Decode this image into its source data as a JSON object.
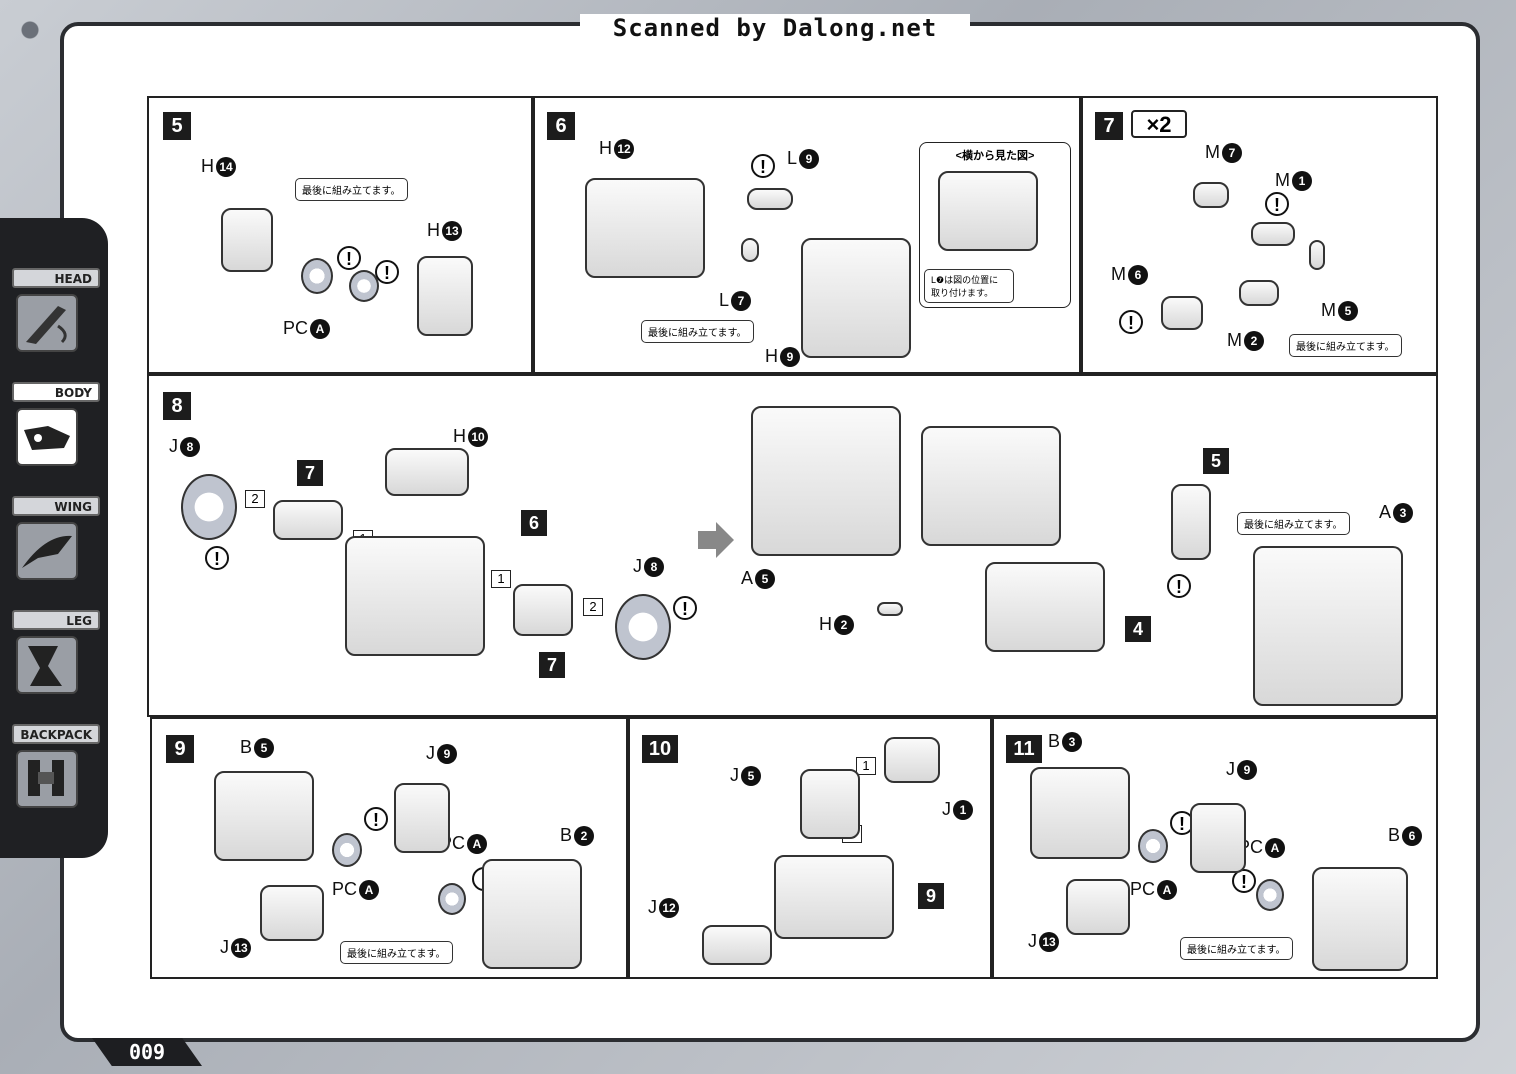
{
  "header": {
    "scan_credit": "Scanned by Dalong.net"
  },
  "sidebar": {
    "items": [
      {
        "label": "HEAD",
        "active": false,
        "icon": "head-icon"
      },
      {
        "label": "BODY",
        "active": true,
        "icon": "body-icon"
      },
      {
        "label": "WING",
        "active": false,
        "icon": "wing-icon"
      },
      {
        "label": "LEG",
        "active": false,
        "icon": "leg-icon"
      },
      {
        "label": "BACKPACK",
        "active": false,
        "icon": "backpack-icon"
      }
    ]
  },
  "page_number": "009",
  "note_text": "最後に組み立てます。",
  "steps": {
    "s5": {
      "num": "5",
      "labels": [
        "H",
        "H",
        "PC"
      ],
      "nums": [
        "14",
        "13"
      ],
      "pc": "A"
    },
    "s6": {
      "num": "6",
      "labels": [
        "H",
        "L",
        "L",
        "H"
      ],
      "nums": [
        "12",
        "9",
        "7",
        "9"
      ],
      "inset_title": "<横から見た図>",
      "inset_note": "L❼は図の位置に取り付けます。"
    },
    "s7": {
      "num": "7",
      "mult": "×2",
      "labels": [
        "M",
        "M",
        "M",
        "M",
        "M"
      ],
      "nums": [
        "7",
        "1",
        "6",
        "5",
        "2"
      ]
    },
    "s8": {
      "num": "8",
      "j8": "J",
      "n8": "8",
      "h10": "H",
      "n10": "10",
      "ref7": "7",
      "ref6": "6",
      "ref5": "5",
      "ref4": "4",
      "a5": "A",
      "na5": "5",
      "a3": "A",
      "na3": "3",
      "h2": "H",
      "nh2": "2",
      "seq1": "1",
      "seq2": "2"
    },
    "s9": {
      "num": "9",
      "labels": [
        "B",
        "J",
        "PC",
        "PC",
        "B",
        "J"
      ],
      "nums": [
        "5",
        "9",
        "A",
        "A",
        "2",
        "13"
      ]
    },
    "s10": {
      "num": "10",
      "labels": [
        "J",
        "J",
        "J"
      ],
      "nums": [
        "5",
        "1",
        "12"
      ],
      "ref9": "9",
      "seq1": "1",
      "seq2": "2"
    },
    "s11": {
      "num": "11",
      "labels": [
        "B",
        "J",
        "PC",
        "PC",
        "B",
        "J"
      ],
      "nums": [
        "3",
        "9",
        "A",
        "A",
        "6",
        "13"
      ]
    }
  }
}
